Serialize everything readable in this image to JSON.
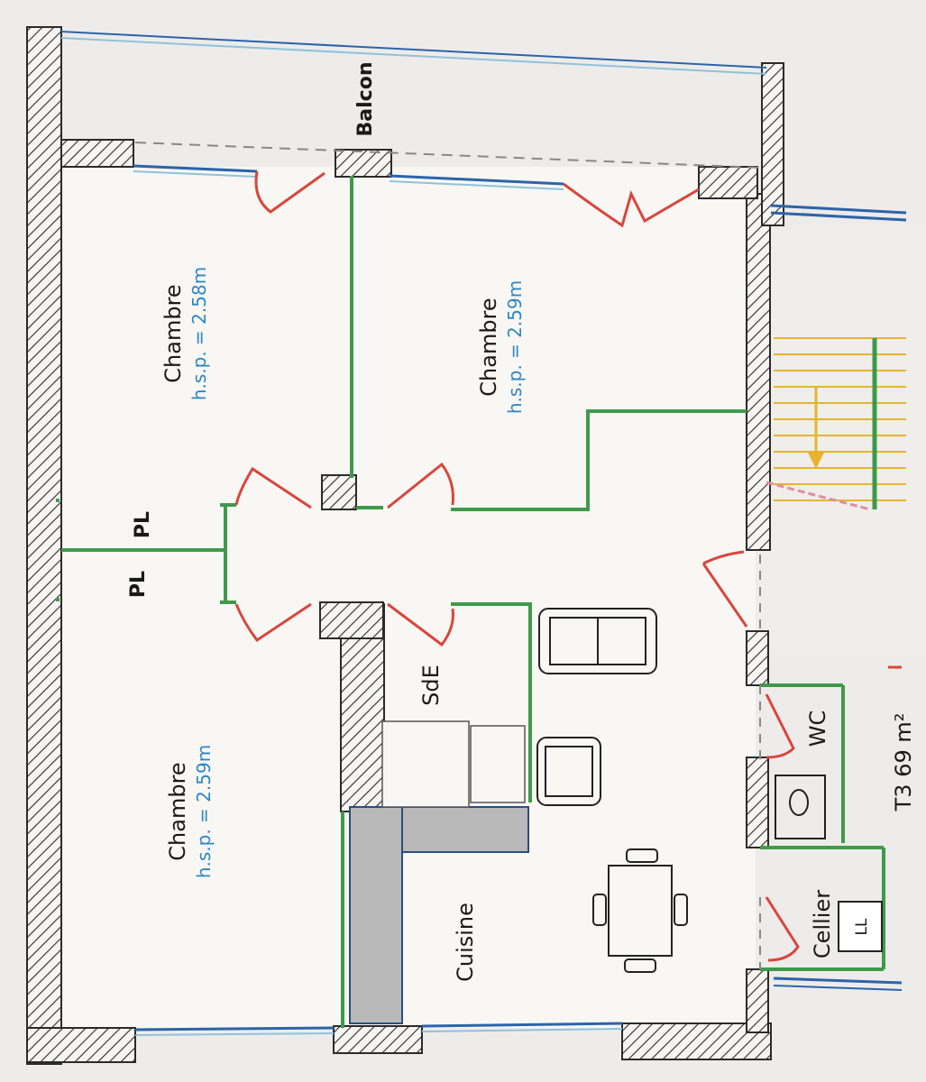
{
  "plan": {
    "summary_label": "T3 69 m²",
    "rooms": {
      "bedroom_top": {
        "name": "Chambre",
        "height": "h.s.p. = 2.58m"
      },
      "bedroom_mid": {
        "name": "Chambre",
        "height": "h.s.p. = 2.59m"
      },
      "bedroom_bottom": {
        "name": "Chambre",
        "height": "h.s.p. = 2.59m"
      },
      "kitchen": {
        "name": "Cuisine"
      },
      "bathroom": {
        "name": "SdE"
      },
      "wc": {
        "name": "WC"
      },
      "cellar": {
        "name": "Cellier"
      },
      "balcony": {
        "name": "Balcon"
      }
    },
    "closet_label_1": "PL",
    "closet_label_2": "PL",
    "appliance_label": "LL"
  },
  "colors": {
    "wall": "#2b2b2b",
    "partition": "#3f9a4a",
    "door": "#d9463c",
    "window": "#2c64a8",
    "stairs": "#e8b42e",
    "text_blue": "#2f86c4",
    "counter": "#b9b9b9"
  }
}
